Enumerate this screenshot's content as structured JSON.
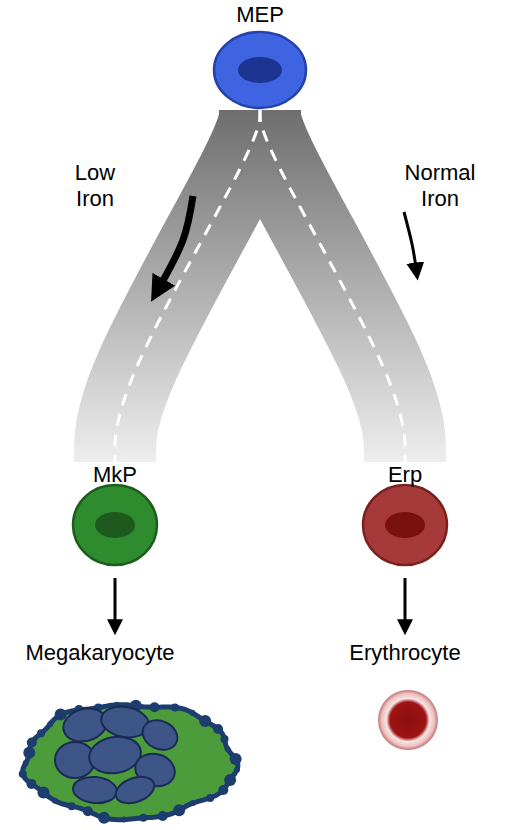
{
  "diagram": {
    "nodes": [
      {
        "text": [
          "MEP"
        ]
      },
      {
        "text": [
          "MkP"
        ]
      },
      {
        "text": [
          "Erp"
        ]
      },
      {
        "text": [
          "Megakaryocyte"
        ]
      },
      {
        "text": [
          "Erythrocyte"
        ]
      }
    ],
    "edges": [
      {
        "from": 0,
        "to": 1,
        "arrow": "to",
        "label": "Low Iron"
      },
      {
        "from": 0,
        "to": 2,
        "arrow": "to",
        "label": "Normal Iron"
      },
      {
        "from": 1,
        "to": 3,
        "arrow": "to"
      },
      {
        "from": 2,
        "to": 4,
        "arrow": "to"
      }
    ]
  }
}
